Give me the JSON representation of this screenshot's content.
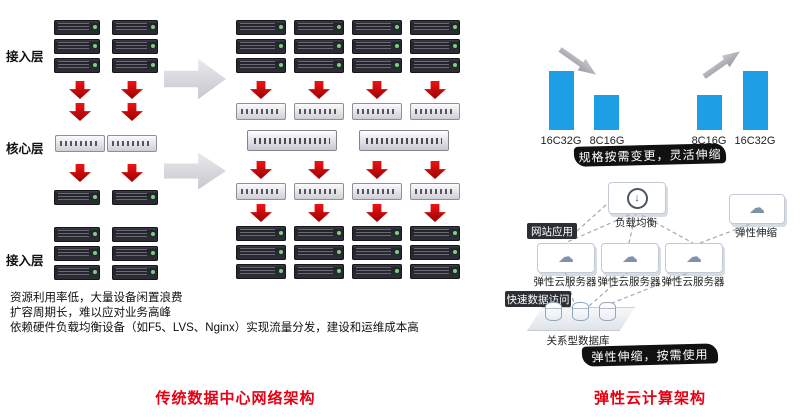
{
  "traditional": {
    "layers": [
      "接入层",
      "核心层",
      "接入层"
    ],
    "notes": [
      "资源利用率低，大量设备闲置浪费",
      "扩容周期长，难以应对业务高峰",
      "依赖硬件负载均衡设备（如F5、LVS、Nginx）实现流量分发，建设和运维成本高"
    ],
    "caption": "传统数据中心网络架构"
  },
  "cloud": {
    "spec_change": {
      "scale_down": {
        "from": "16C32G",
        "to": "8C16G"
      },
      "scale_up": {
        "from": "8C16G",
        "to": "16C32G"
      },
      "banner": "规格按需变更，灵活伸缩"
    },
    "architecture": {
      "web_tag": "网站应用",
      "load_balancer": "负载均衡",
      "auto_scaling": "弹性伸缩",
      "ecs": [
        "弹性云服务器",
        "弹性云服务器",
        "弹性云服务器"
      ],
      "data_tag": "快速数据访问",
      "database": "关系型数据库",
      "banner": "弹性伸缩，按需使用"
    },
    "caption": "弹性云计算架构"
  },
  "colors": {
    "accent_red": "#e60012",
    "bar_blue": "#1E9EE4",
    "banner_bg": "#111111",
    "arrow_red": "#d10a0a"
  }
}
